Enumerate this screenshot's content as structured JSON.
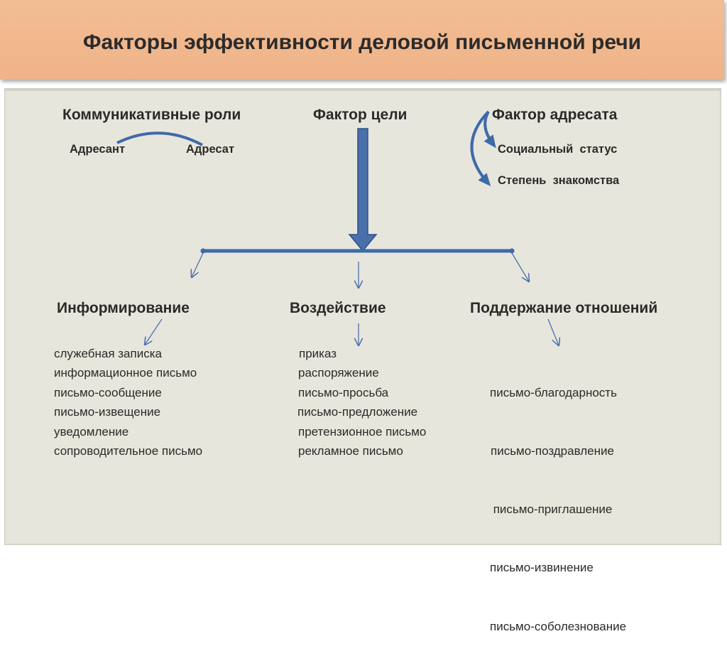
{
  "title": "Факторы эффективности деловой письменной речи",
  "factors": {
    "roles": {
      "label": "Коммуникативные роли",
      "sender": "Адресант",
      "recipient": "Адресат"
    },
    "goal": {
      "label": "Фактор цели"
    },
    "addressee": {
      "label": "Фактор адресата",
      "status": "Социальный  статус",
      "familiarity": "Степень  знакомства"
    }
  },
  "columns": [
    {
      "heading": "Информирование",
      "items": [
        "служебная записка",
        "информационное письмо",
        "письмо-сообщение",
        "письмо-извещение",
        "уведомление",
        "сопроводительное письмо"
      ]
    },
    {
      "heading": "Воздействие",
      "items": [
        "приказ",
        "распоряжение",
        "письмо-просьба",
        "письмо-предложение",
        "претензионное письмо",
        "рекламное письмо"
      ]
    },
    {
      "heading": "Поддержание отношений",
      "items": [
        "письмо-благодарность",
        "письмо-поздравление",
        " письмо-приглашение",
        "письмо-извинение",
        "письмо-соболезнование"
      ]
    }
  ],
  "colors": {
    "header": "#f0b78c",
    "panel": "#e7e6dc",
    "arrow": "#4a70ab"
  }
}
